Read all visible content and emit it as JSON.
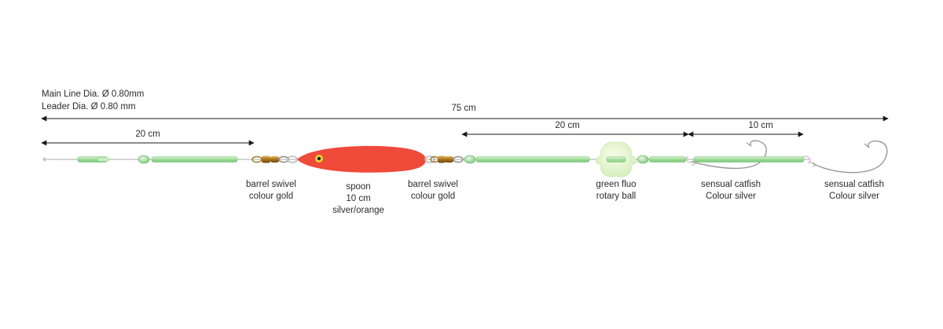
{
  "line_info": {
    "main_line": "Main Line Dia. Ø 0.80mm",
    "leader": "Leader Dia. Ø 0.80 mm"
  },
  "dimensions": {
    "total": "75 cm",
    "left_leader": "20 cm",
    "mid_section": "20 cm",
    "hook_gap": "10 cm"
  },
  "labels": {
    "swivel_1": [
      "barrel swivel",
      "colour gold"
    ],
    "spoon": [
      "spoon",
      "10 cm",
      "silver/orange"
    ],
    "swivel_2": [
      "barrel swivel",
      "colour gold"
    ],
    "rotary_ball": [
      "green fluo",
      "rotary ball"
    ],
    "hook_1": [
      "sensual catfish",
      "Colour silver"
    ],
    "hook_2": [
      "sensual catfish",
      "Colour silver"
    ]
  },
  "colors": {
    "spoon": "#ef4a3a",
    "tube": "#a8e0a0",
    "tube_stroke": "#6fbf73",
    "swivel": "#b8862b",
    "rotary_ball": "#e8f7d2",
    "line": "#9a9a9a",
    "arrow": "#1a1a1a"
  }
}
